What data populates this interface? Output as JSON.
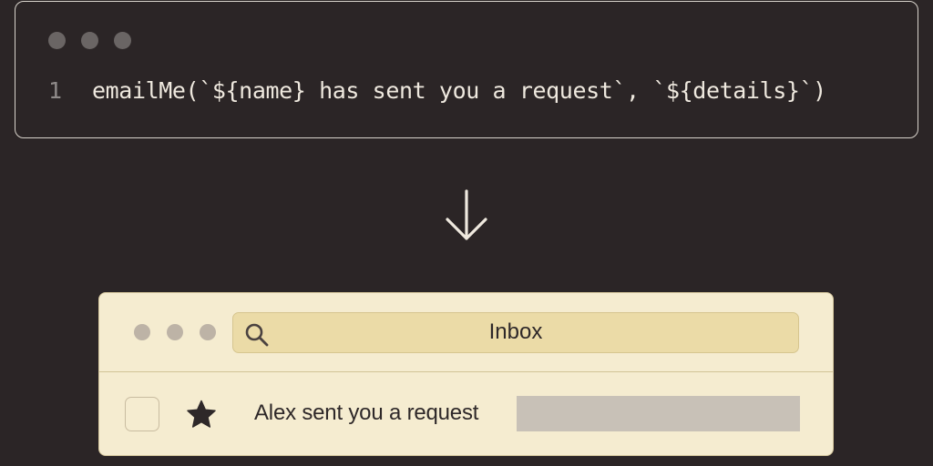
{
  "code_window": {
    "line_number": "1",
    "code": "emailMe(`${name} has sent you a request`, `${details}`)",
    "dot_color": "#6a6564",
    "border_color": "#d8d3cb"
  },
  "arrow": {
    "icon": "arrow-down-icon",
    "color": "#efe9df"
  },
  "mail_window": {
    "search": {
      "label": "Inbox",
      "icon": "search-icon"
    },
    "rows": [
      {
        "subject": "Alex sent you a request",
        "starred": true,
        "checked": false
      }
    ],
    "background": "#f5ecd0",
    "search_background": "#ebdba7",
    "placeholder_color": "#c8c1b7"
  },
  "background": "#2b2526"
}
